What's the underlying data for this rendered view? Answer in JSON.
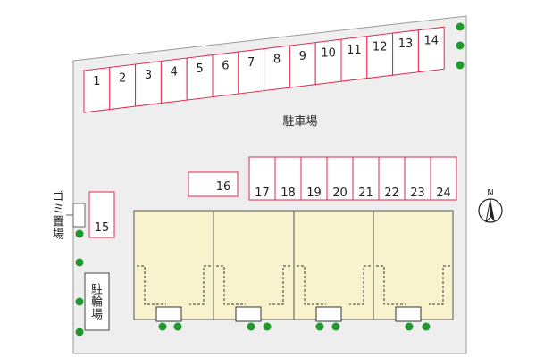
{
  "map": {
    "parking_label": "駐車場",
    "north_label": "N",
    "garbage_label": "ゴミ置場",
    "bicycle_label": "駐輪場"
  },
  "parking_slots": {
    "top_row": [
      "1",
      "2",
      "3",
      "4",
      "5",
      "6",
      "7",
      "8",
      "9",
      "10",
      "11",
      "12",
      "13",
      "14"
    ],
    "middle_row": [
      "17",
      "18",
      "19",
      "20",
      "21",
      "22",
      "23",
      "24"
    ],
    "single_16": "16",
    "single_15": "15"
  },
  "colors": {
    "lot_fill": "#eeeeee",
    "lot_stroke": "#9a9a9a",
    "slot_stroke": "#e02a4b",
    "slot_fill": "#ffffff",
    "building_fill": "#f8f3cc",
    "building_stroke": "#555555",
    "tree": "#1f9a2c"
  }
}
